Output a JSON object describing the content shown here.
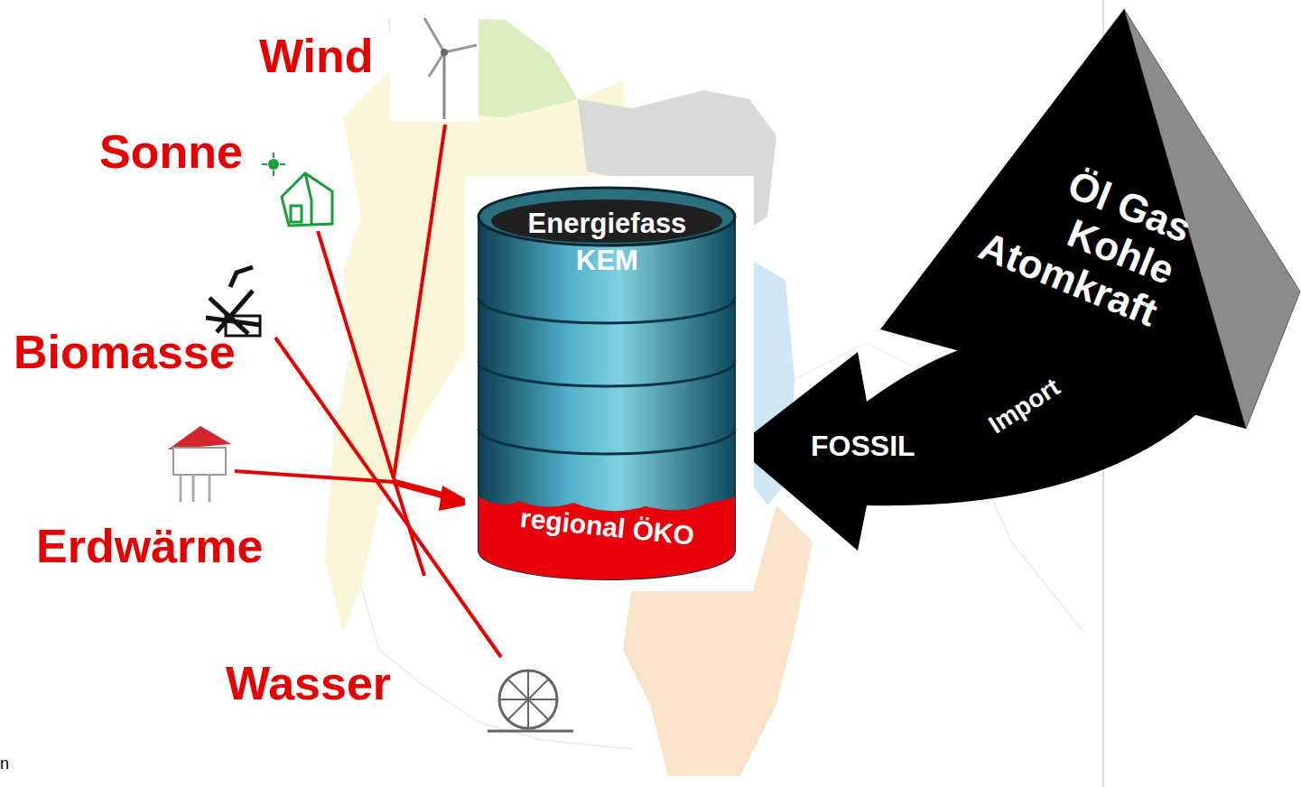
{
  "diagram": {
    "nodes": [
      {
        "text": [
          "Energiefass KEM",
          "regional ÖKO"
        ]
      },
      {
        "text": [
          "Öl Gas Kohle Atomkraft"
        ]
      },
      {
        "text": [
          "FOSSIL",
          "Import"
        ]
      }
    ],
    "labels": [
      "Wind",
      "Sonne",
      "Biomasse",
      "Erdwärme",
      "Wasser",
      "n"
    ]
  }
}
